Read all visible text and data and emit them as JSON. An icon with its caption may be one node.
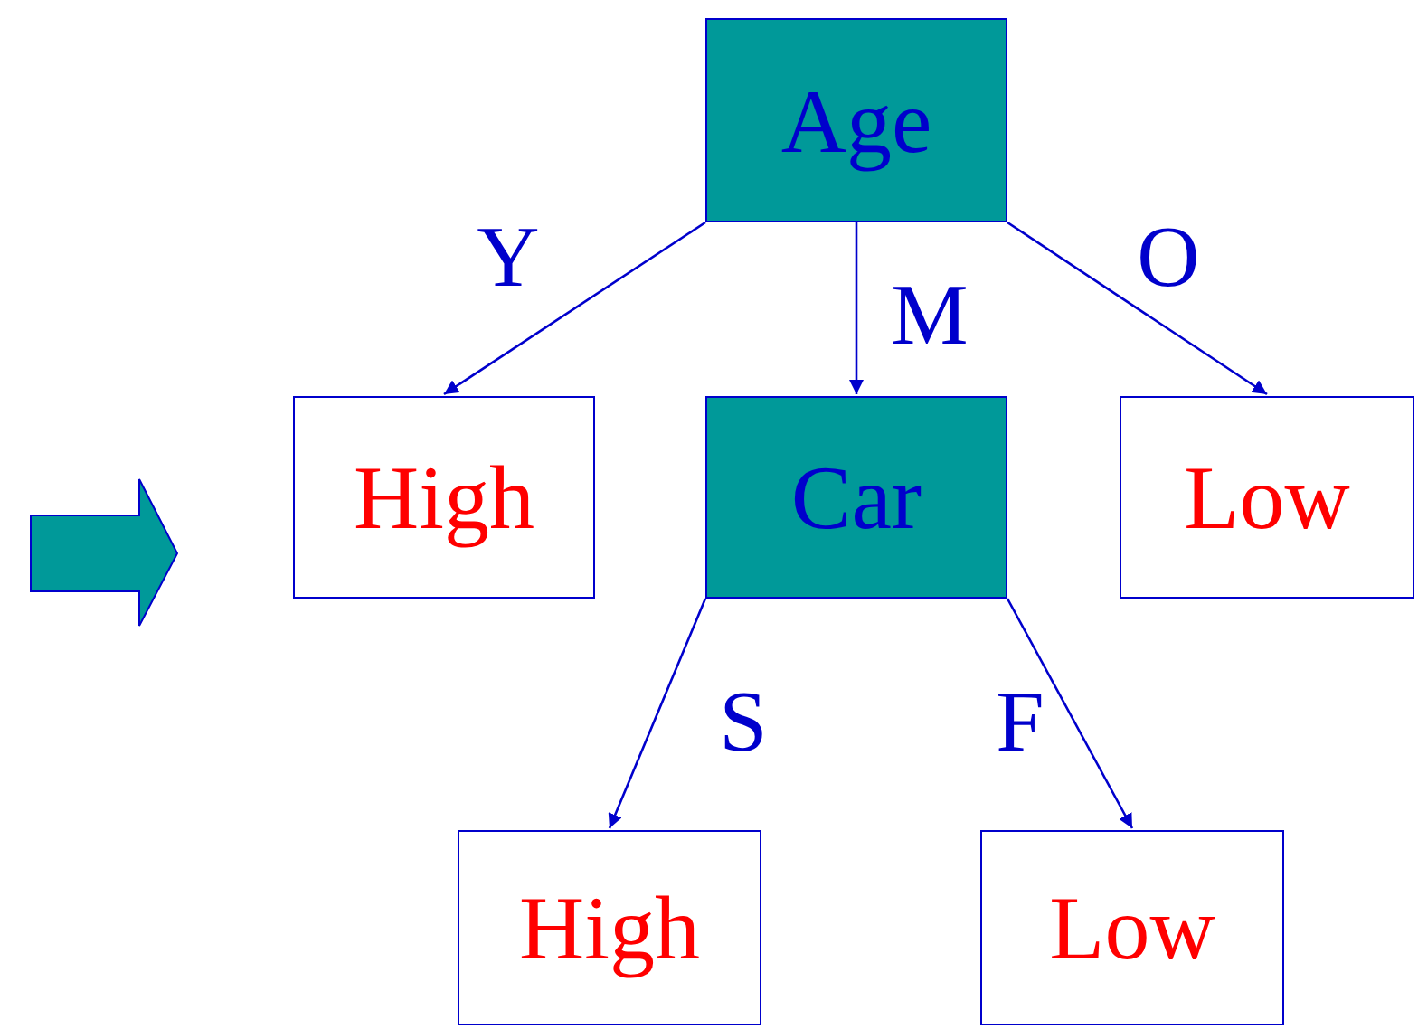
{
  "diagram": {
    "nodes": [
      {
        "text": [
          "Age"
        ]
      },
      {
        "text": [
          "High"
        ]
      },
      {
        "text": [
          "Car"
        ]
      },
      {
        "text": [
          "Low"
        ]
      },
      {
        "text": [
          "High"
        ]
      },
      {
        "text": [
          "Low"
        ]
      }
    ],
    "edges": [
      {
        "from": 0,
        "to": 1,
        "arrow": "to",
        "label": "Y"
      },
      {
        "from": 0,
        "to": 2,
        "arrow": "to",
        "label": "M"
      },
      {
        "from": 0,
        "to": 3,
        "arrow": "to",
        "label": "O"
      },
      {
        "from": 2,
        "to": 4,
        "arrow": "to",
        "label": "S"
      },
      {
        "from": 2,
        "to": 5,
        "arrow": "to",
        "label": "F"
      }
    ]
  }
}
